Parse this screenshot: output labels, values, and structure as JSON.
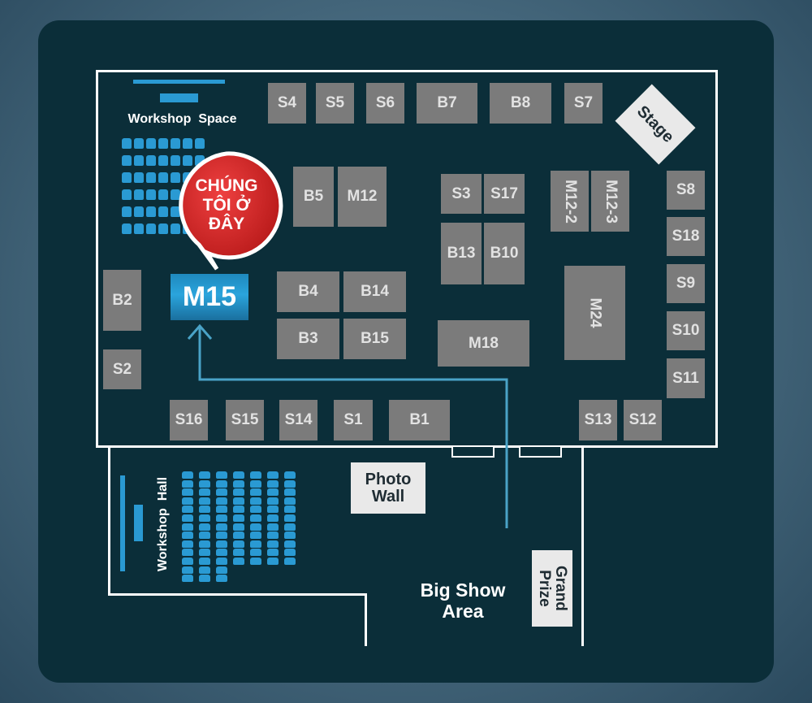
{
  "booths": {
    "s4": "S4",
    "s5": "S5",
    "s6": "S6",
    "b7": "B7",
    "b8": "B8",
    "s7": "S7",
    "b5": "B5",
    "m12": "M12",
    "s3": "S3",
    "s17": "S17",
    "m12_2": "M12-2",
    "m12_3": "M12-3",
    "s8": "S8",
    "b13": "B13",
    "b10": "B10",
    "s18": "S18",
    "b2": "B2",
    "b4": "B4",
    "b14": "B14",
    "m24": "M24",
    "s9": "S9",
    "b3": "B3",
    "b15": "B15",
    "m18": "M18",
    "s10": "S10",
    "s2": "S2",
    "s11": "S11",
    "s16": "S16",
    "s15": "S15",
    "s14": "S14",
    "s1": "S1",
    "b1": "B1",
    "s13": "S13",
    "s12": "S12"
  },
  "areas": {
    "stage": "Stage",
    "workshop_space": "Workshop  Space",
    "workshop_hall": "Workshop  Hall",
    "photo_wall": "Photo\nWall",
    "big_show_area": "Big Show\nArea",
    "grand_prize": "Grand\nPrize"
  },
  "marker": {
    "callout": "CHÚNG\nTÔI Ở\nĐÂY",
    "booth": "M15"
  },
  "colors": {
    "background": "#0b2e39",
    "booth": "#7b7b7b",
    "highlight": "#2a9ad3",
    "marker_red": "#d42a2a"
  }
}
